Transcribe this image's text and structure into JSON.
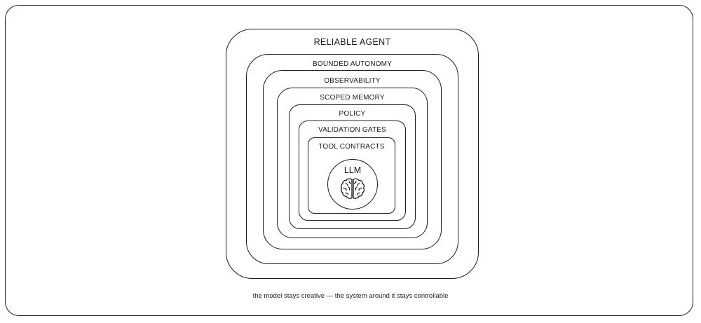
{
  "diagram": {
    "layers": [
      {
        "label": "RELIABLE AGENT"
      },
      {
        "label": "BOUNDED AUTONOMY"
      },
      {
        "label": "OBSERVABILITY"
      },
      {
        "label": "SCOPED MEMORY"
      },
      {
        "label": "POLICY"
      },
      {
        "label": "VALIDATION GATES"
      },
      {
        "label": "TOOL CONTRACTS"
      }
    ],
    "core": {
      "label": "LLM",
      "icon": "brain-icon"
    },
    "caption": "the model stays creative — the system around it stays controllable"
  }
}
